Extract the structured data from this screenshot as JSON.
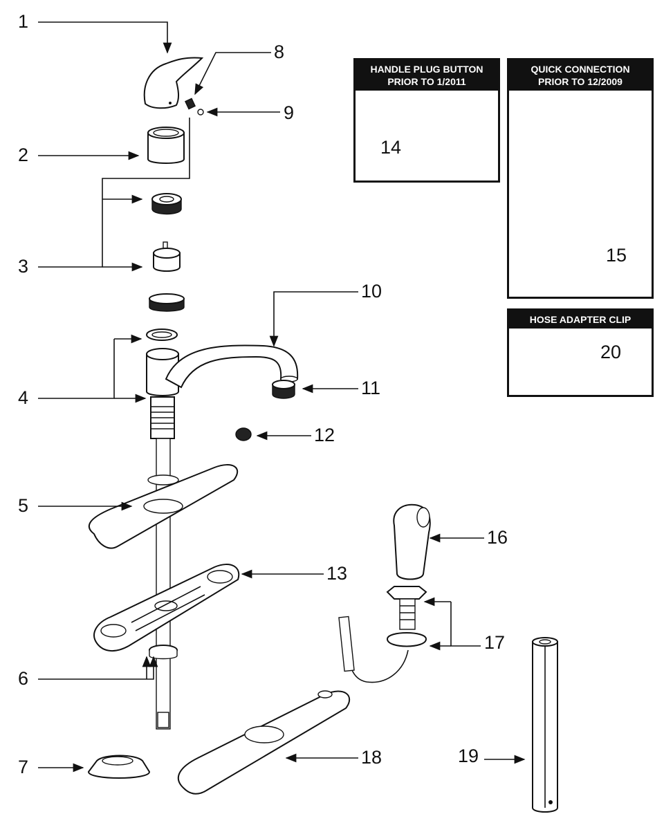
{
  "callouts": {
    "c1": "1",
    "c2": "2",
    "c3": "3",
    "c4": "4",
    "c5": "5",
    "c6": "6",
    "c7": "7",
    "c8": "8",
    "c9": "9",
    "c10": "10",
    "c11": "11",
    "c12": "12",
    "c13": "13",
    "c14": "14",
    "c15": "15",
    "c16": "16",
    "c17": "17",
    "c18": "18",
    "c19": "19",
    "c20": "20"
  },
  "insets": {
    "handle_plug": {
      "title_line1": "HANDLE PLUG BUTTON",
      "title_line2": "PRIOR TO 1/2011"
    },
    "quick_connection": {
      "title_line1": "QUICK CONNECTION",
      "title_line2": "PRIOR TO 12/2009"
    },
    "hose_clip": {
      "title_line1": "HOSE ADAPTER CLIP"
    }
  }
}
